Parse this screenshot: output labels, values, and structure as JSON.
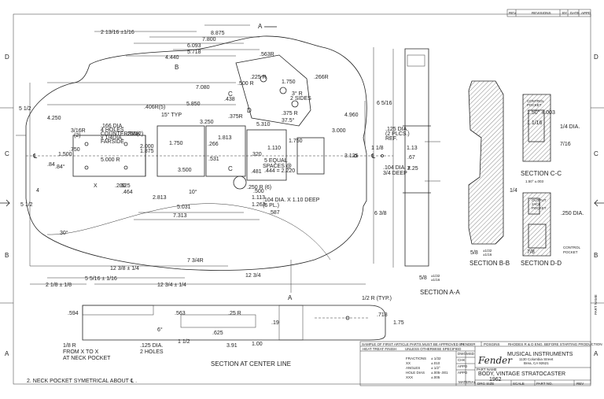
{
  "zones": {
    "left": [
      "D",
      "C",
      "B",
      "A"
    ],
    "right": [
      "D",
      "C",
      "B",
      "A"
    ]
  },
  "sections": {
    "a": "A",
    "b": "B",
    "c": "C",
    "d": "D",
    "a_a": "SECTION A-A",
    "b_b": "SECTION B-B",
    "c_c": "SECTION C-C",
    "d_d": "SECTION D-D",
    "center": "SECTION AT CENTER LINE"
  },
  "dims_top": [
    "2 13/16 ±1/16",
    "8.875",
    "7.800",
    "6.093",
    "5.718",
    "4.440",
    "7.080",
    "5.850",
    "3.250",
    "5.310",
    "3.000",
    "4.960",
    "6 5/16",
    "3.125"
  ],
  "dims_body": [
    ".500 R",
    ".225 R",
    ".563R",
    "1.750",
    ".266R",
    ".438",
    "3° R",
    "2 SIDES",
    ".406R(5)",
    ".375R",
    ".375 R",
    "15° TYP",
    "37.5°",
    "1.750",
    "1.813",
    "1.110",
    "1.750",
    ".266",
    ".531",
    "5 EQUAL",
    "SPACES @",
    ".444 = 2.220",
    "3.500",
    "10°",
    "4.250",
    "3/16R",
    "(2)",
    ".166 DIA.",
    "4 HOLES",
    "COUNTERSINK",
    "x 1/4DIA.",
    "FARSIDE",
    ".250(2)",
    "2.000",
    "1.875",
    "1.500",
    ".750",
    "5.000 R",
    "X",
    ".200",
    ".625",
    ".464",
    "2.813",
    ".500",
    "1.113",
    "1.263",
    ".587",
    ".250 R (6)",
    ".104 DIA. X 1.10 DEEP",
    "(6 PL.)",
    "5.031",
    "7.313",
    "7 3/4R",
    "1 1/8",
    "1.13",
    ".67",
    ".84",
    "2.25",
    ".481",
    ".320",
    ".125 DIA.",
    "(2 PLCS.)",
    "REF.",
    ".104 DIA. x",
    "3/4 DEEP",
    "30°",
    "6 3/8",
    "5 1/2",
    "5 1/2",
    "4",
    ".84°"
  ],
  "dims_bottom": [
    "12 3/8 ± 1/4",
    "5 5/16 ± 1/16",
    "12 3/4",
    "2 1/8 ± 1/8",
    "12 3/4 ± 1/4"
  ],
  "section_notes": {
    "cc": [
      "CONTROL",
      "POCKET",
      "1.50° ±.003",
      "1 1/16",
      "1/4 DIA.",
      "7/16"
    ],
    "dd": [
      "1/4",
      "OUTPUT",
      "JACK",
      "POCKET",
      ".250 DIA.",
      "CONTROL",
      "POCKET",
      "7/8",
      "1.50° ±.003"
    ],
    "bb": [
      "5/8",
      "±1/32",
      "±1/16"
    ],
    "aa": [
      "5/8",
      "±1/32",
      "±1/16"
    ]
  },
  "center_dims": [
    ".594",
    ".563",
    ".25 R",
    ".19",
    "1.75",
    ".718",
    "6°",
    ".625",
    "1 1/2",
    "3.91",
    "1.00",
    "1/2 R (TYP.)",
    "1/8 R",
    "FROM X TO X",
    "AT NECK POCKET",
    ".125 DIA.",
    "2 HOLES"
  ],
  "footnote": "2.  NECK POCKET SYMETRICAL ABOUT ℄ .",
  "revision": {
    "headers": [
      "REV",
      "REVISIONS",
      "BY",
      "DATE",
      "APPD"
    ]
  },
  "title_block": {
    "approval_note": "SAMPLE OF FIRST ARTICLE PARTS MUST BE APPROVED BY ",
    "approval_co": "FENDER",
    "posgins": "POSGINS",
    "rhodes": "RHODES R & D ENG. BEFORE STARTING PRODUCTION",
    "heat_treat": "HEAT TREAT FINISH",
    "unless": "UNLESS OTHERWISE SPECIFIED",
    "tol_labels": [
      "FRACTIONS",
      "XX",
      "ANGLES",
      "HOLE DIAS",
      "XXX"
    ],
    "tol_values": [
      "± 1/32",
      "±.010",
      "± 1/2°",
      "±.005-.001",
      "±.005"
    ],
    "rows": [
      "DWG",
      "CHK",
      "APPD",
      "APPD"
    ],
    "drw_init": "MSD",
    "material": "MATERIAL",
    "company": "MUSICAL INSTRUMENTS",
    "address1": "1130 Columbia Street",
    "address2": "Brea, CA 92621",
    "part_name_label": "PART NAME",
    "part_name": "BODY, VINTAGE STRATOCASTER",
    "year": "1962",
    "bottom": [
      "DRG SIZE",
      "SCALE",
      "PART NO.",
      "REV"
    ],
    "side_note": "PART NAME"
  },
  "colors": {
    "ink": "#222222",
    "paper": "#ffffff"
  }
}
